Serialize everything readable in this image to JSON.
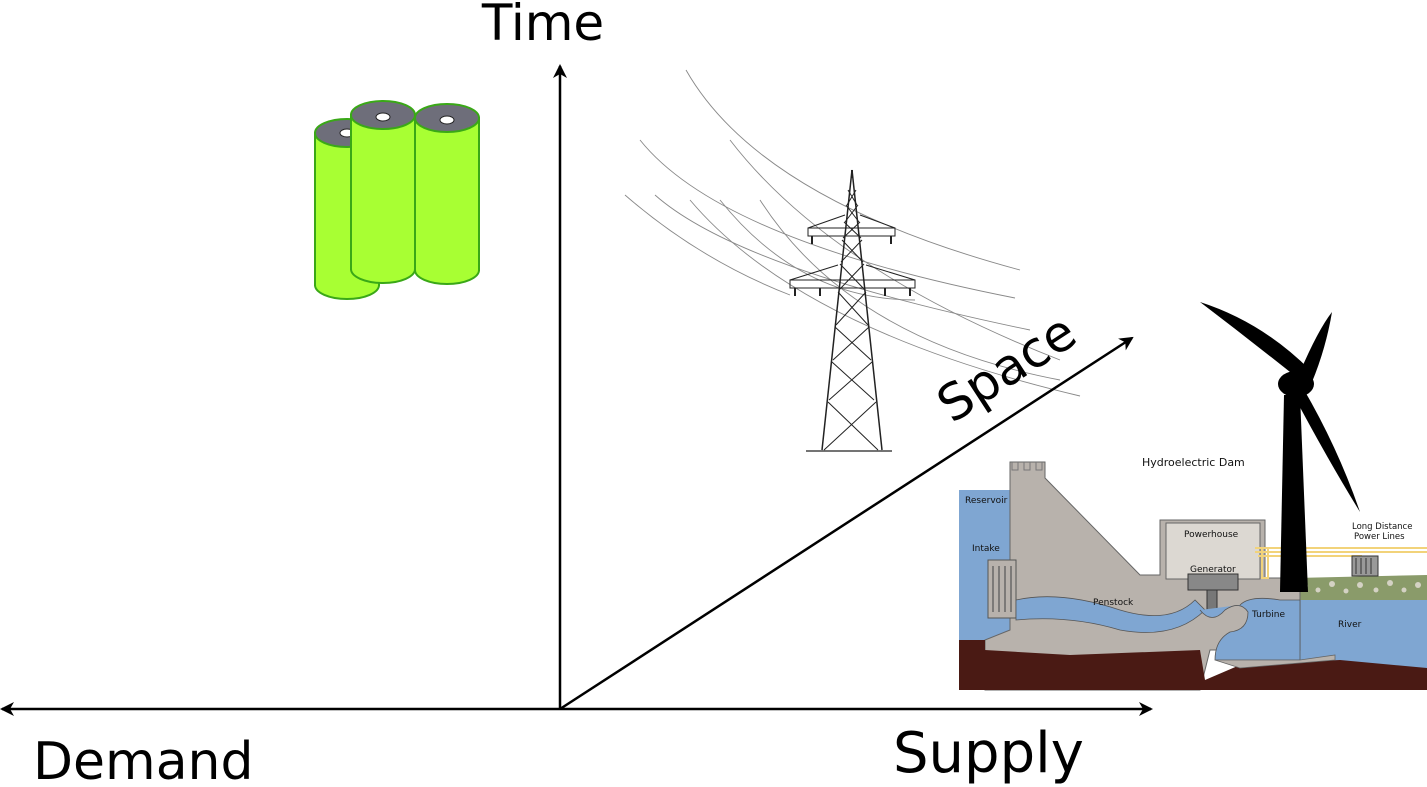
{
  "axes": {
    "time_label": "Time",
    "space_label": "Space",
    "demand_label": "Demand",
    "supply_label": "Supply"
  },
  "dam": {
    "title": "Hydroelectric Dam",
    "reservoir": "Reservoir",
    "intake": "Intake",
    "powerhouse": "Powerhouse",
    "generator": "Generator",
    "penstock": "Penstock",
    "turbine": "Turbine",
    "river": "River",
    "power_lines_line1": "Long Distance",
    "power_lines_line2": "Power Lines"
  },
  "colors": {
    "axis": "#000000",
    "battery_body": "#a8ff33",
    "battery_edge": "#3aa817",
    "battery_cap": "#6e6e7a",
    "water": "#7fa6d2",
    "dam_concrete": "#b8b2ac",
    "ground": "#4a1a14",
    "turbine_tower": "#000000"
  },
  "icons": {
    "battery": "battery-cells-icon",
    "pylon": "transmission-tower-icon",
    "dam": "hydroelectric-dam-icon",
    "wind": "wind-turbine-icon"
  }
}
